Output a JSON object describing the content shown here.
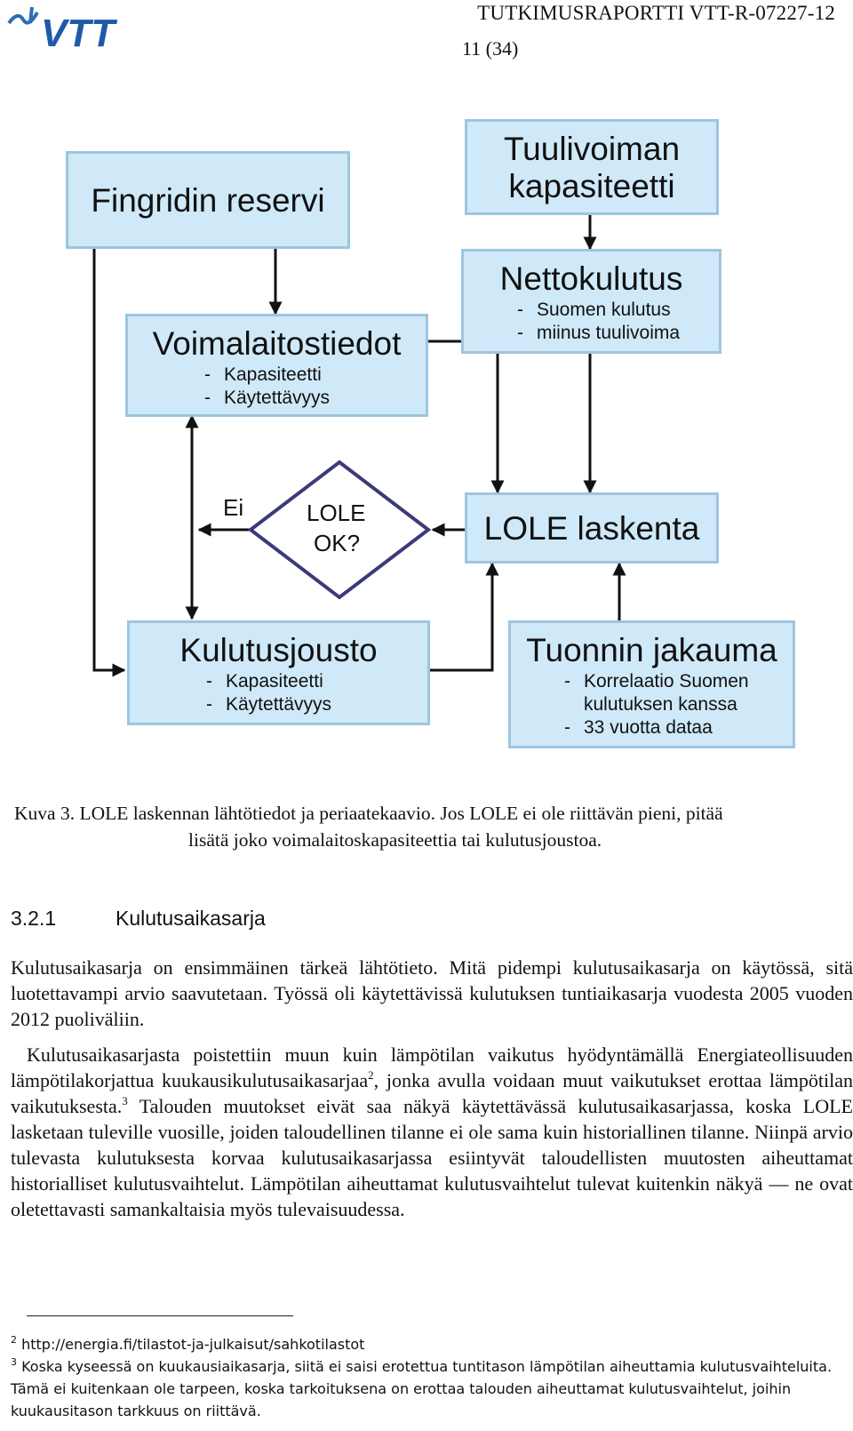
{
  "header": {
    "logo_text": "VTT",
    "report_id": "TUTKIMUSRAPORTTI VTT-R-07227-12",
    "page": "11 (34)"
  },
  "diagram": {
    "fingrid": "Fingridin reservi",
    "tuulivoima": [
      "Tuulivoiman",
      "kapasiteetti"
    ],
    "voimalaitos": {
      "title": "Voimalaitostiedot",
      "items": [
        "Kapasiteetti",
        "Käytettävyys"
      ]
    },
    "nettokulutus": {
      "title": "Nettokulutus",
      "items": [
        "Suomen kulutus",
        "miinus tuulivoima"
      ]
    },
    "decision": {
      "label_line1": "LOLE",
      "label_line2": "OK?",
      "no_label": "Ei"
    },
    "lole": "LOLE laskenta",
    "kulutusjousto": {
      "title": "Kulutusjousto",
      "items": [
        "Kapasiteetti",
        "Käytettävyys"
      ]
    },
    "tuonti": {
      "title": "Tuonnin jakauma",
      "items": [
        "Korrelaatio Suomen kulutuksen kanssa",
        "33 vuotta dataa"
      ]
    },
    "colors": {
      "box_fill": "#cfe9f8",
      "box_border": "#9ec5df",
      "diamond_border": "#3b3a7a",
      "arrow": "#111111"
    }
  },
  "caption": {
    "line1": "Kuva 3. LOLE laskennan lähtötiedot ja periaatekaavio. Jos LOLE ei ole riittävän pieni, pitää",
    "line2": "lisätä joko voimalaitoskapasiteettia tai kulutusjoustoa."
  },
  "section": {
    "number": "3.2.1",
    "title": "Kulutusaikasarja"
  },
  "paragraphs": {
    "p1": "Kulutusaikasarja on ensimmäinen tärkeä lähtötieto. Mitä pidempi kulutusaikasarja on käytössä, sitä luotettavampi arvio saavutetaan. Työssä oli käytettävissä kulutuksen tuntiaikasarja vuodesta 2005 vuoden 2012 puoliväliin.",
    "p2a": "Kulutusaikasarjasta poistettiin muun kuin lämpötilan vaikutus hyödyntämällä Energiateollisuuden lämpötilakorjattua kuukausikulutusaikasarjaa",
    "p2_ref1": "2",
    "p2b": ", jonka avulla voidaan muut vaikutukset erottaa lämpötilan vaikutuksesta.",
    "p2_ref2": "3",
    "p2c": " Talouden muutokset eivät saa näkyä käytettävässä kulutusaikasarjassa, koska LOLE lasketaan tuleville vuosille, joiden taloudellinen tilanne ei ole sama kuin historiallinen tilanne. Niinpä arvio tulevasta kulutuksesta korvaa kulutusaikasarjassa esiintyvät taloudellisten muutosten aiheuttamat historialliset kulutusvaihtelut. Lämpötilan aiheuttamat kulutusvaihtelut tulevat kuitenkin näkyä — ne ovat oletettavasti samankaltaisia myös tulevaisuudessa."
  },
  "footnotes": [
    {
      "num": "2",
      "text": "http://energia.fi/tilastot-ja-julkaisut/sahkotilastot"
    },
    {
      "num": "3",
      "text": "Koska kyseessä on kuukausiaikasarja, siitä ei saisi erotettua tuntitason lämpötilan aiheuttamia kulutusvaihteluita. Tämä ei kuitenkaan ole tarpeen, koska tarkoituksena on erottaa talouden aiheuttamat kulutusvaihtelut, joihin kuukausitason tarkkuus on riittävä."
    }
  ]
}
